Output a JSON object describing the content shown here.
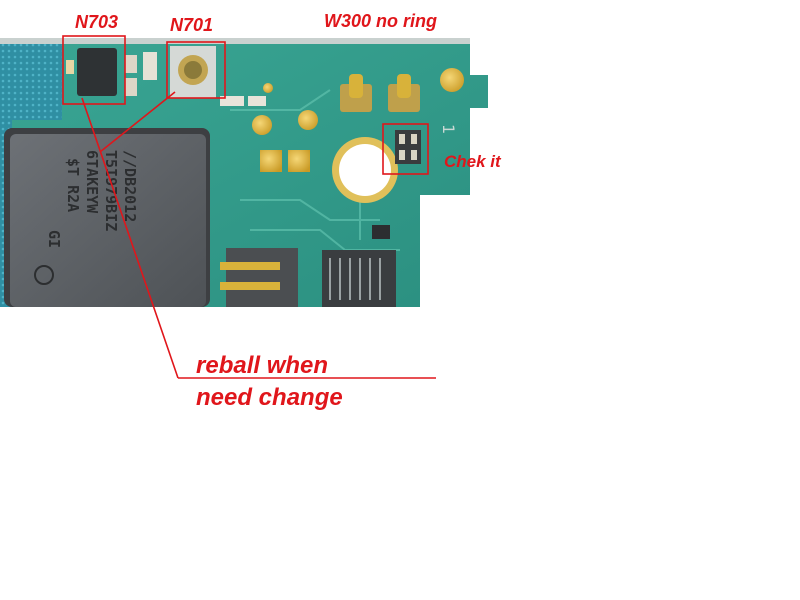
{
  "labels": {
    "title": "W300 no  ring",
    "n703": "N703",
    "n701": "N701",
    "check": "Chek it",
    "note_line1": "reball  when",
    "note_line2": "need  change"
  },
  "chip_marking": [
    "//DB2012",
    "T5I979BIZ",
    "6TAKEYW",
    "$T R2A",
    "GI"
  ],
  "colors": {
    "annotation": "#e0161b",
    "pcb": "#2f9a8a",
    "gold": "#d8b23a",
    "chip": "#5e6266"
  }
}
